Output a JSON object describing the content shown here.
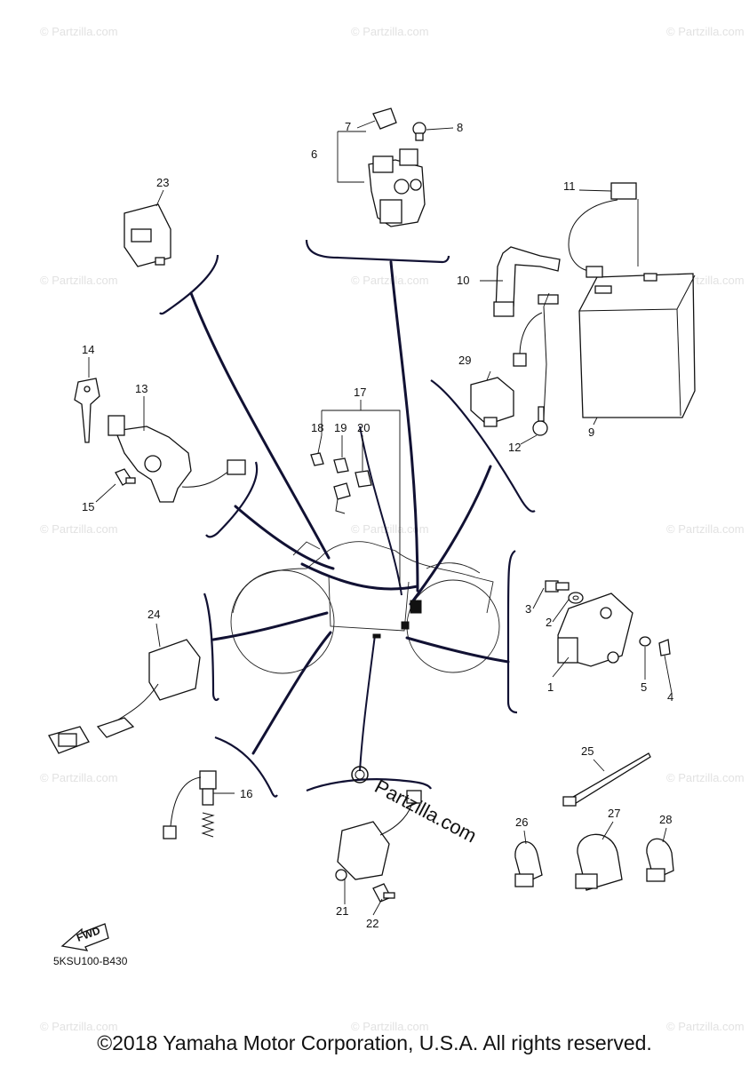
{
  "diagram_code": "5KSU100-B430",
  "copyright": "©2018 Yamaha Motor Corporation, U.S.A. All rights reserved.",
  "brand_watermark": "Partzilla.com",
  "watermark_text": "© Partzilla.com",
  "fwd_label": "FWD",
  "part_numbers": [
    "1",
    "2",
    "3",
    "4",
    "5",
    "6",
    "7",
    "8",
    "9",
    "10",
    "11",
    "12",
    "13",
    "14",
    "15",
    "16",
    "17",
    "18",
    "19",
    "20",
    "21",
    "22",
    "23",
    "24",
    "25",
    "26",
    "27",
    "28",
    "29"
  ]
}
